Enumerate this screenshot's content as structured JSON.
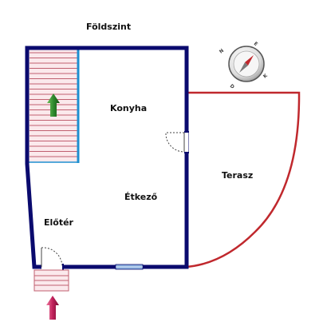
{
  "title": "Földszint",
  "rooms": {
    "kitchen": "Konyha",
    "dining": "Étkező",
    "hall": "Előtér",
    "terrace": "Terasz"
  },
  "compass": {
    "labels": {
      "n": "N",
      "e": "E",
      "k": "K",
      "d": "D"
    }
  },
  "colors": {
    "walls": "#0a0a6e",
    "terrace_outline": "#c0282d",
    "stairs": "#c06070",
    "stair_rail": "#1e8fd0",
    "up_arrow": "#2e8a2e",
    "entrance_arrow": "#c0205a",
    "window": "#8ab0e0"
  }
}
